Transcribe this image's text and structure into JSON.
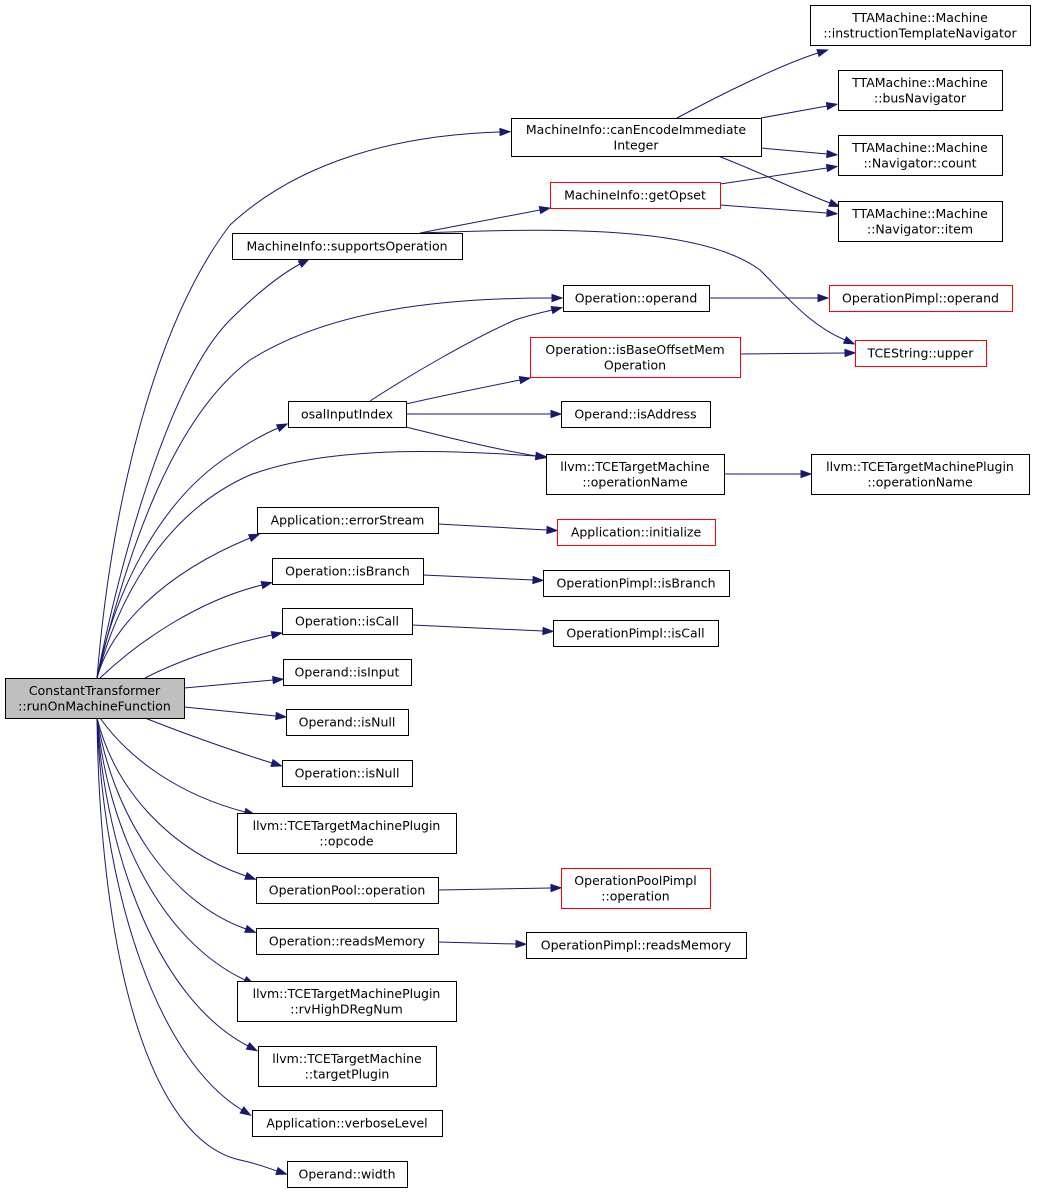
{
  "colors": {
    "edge": "#191970",
    "root_fill": "#bfbfbf",
    "root_border": "#000000",
    "node_fill": "#ffffff",
    "node_border_normal": "#000000",
    "node_border_truncated": "#ff0000"
  },
  "nodes": {
    "root": {
      "lines": [
        "ConstantTransformer",
        "::runOnMachineFunction"
      ],
      "style": "root"
    },
    "canEncode": {
      "lines": [
        "MachineInfo::canEncodeImmediate",
        "Integer"
      ],
      "style": "normal"
    },
    "getOpset": {
      "lines": [
        "MachineInfo::getOpset"
      ],
      "style": "truncated"
    },
    "supportsOp": {
      "lines": [
        "MachineInfo::supportsOperation"
      ],
      "style": "normal"
    },
    "itn": {
      "lines": [
        "TTAMachine::Machine",
        "::instructionTemplateNavigator"
      ],
      "style": "normal"
    },
    "busNav": {
      "lines": [
        "TTAMachine::Machine",
        "::busNavigator"
      ],
      "style": "normal"
    },
    "navCount": {
      "lines": [
        "TTAMachine::Machine",
        "::Navigator::count"
      ],
      "style": "normal"
    },
    "navItem": {
      "lines": [
        "TTAMachine::Machine",
        "::Navigator::item"
      ],
      "style": "normal"
    },
    "opOperand": {
      "lines": [
        "Operation::operand"
      ],
      "style": "normal"
    },
    "pimplOperand": {
      "lines": [
        "OperationPimpl::operand"
      ],
      "style": "truncated"
    },
    "isBaseOffset": {
      "lines": [
        "Operation::isBaseOffsetMem",
        "Operation"
      ],
      "style": "truncated"
    },
    "tceUpper": {
      "lines": [
        "TCEString::upper"
      ],
      "style": "truncated"
    },
    "osalInput": {
      "lines": [
        "osalInputIndex"
      ],
      "style": "normal"
    },
    "isAddress": {
      "lines": [
        "Operand::isAddress"
      ],
      "style": "normal"
    },
    "tmOpName": {
      "lines": [
        "llvm::TCETargetMachine",
        "::operationName"
      ],
      "style": "normal"
    },
    "tmpOpName": {
      "lines": [
        "llvm::TCETargetMachinePlugin",
        "::operationName"
      ],
      "style": "normal"
    },
    "errStream": {
      "lines": [
        "Application::errorStream"
      ],
      "style": "normal"
    },
    "appInit": {
      "lines": [
        "Application::initialize"
      ],
      "style": "truncated"
    },
    "opIsBranch": {
      "lines": [
        "Operation::isBranch"
      ],
      "style": "normal"
    },
    "pimplIsBranch": {
      "lines": [
        "OperationPimpl::isBranch"
      ],
      "style": "normal"
    },
    "opIsCall": {
      "lines": [
        "Operation::isCall"
      ],
      "style": "normal"
    },
    "pimplIsCall": {
      "lines": [
        "OperationPimpl::isCall"
      ],
      "style": "normal"
    },
    "isInput": {
      "lines": [
        "Operand::isInput"
      ],
      "style": "normal"
    },
    "operandIsNull": {
      "lines": [
        "Operand::isNull"
      ],
      "style": "normal"
    },
    "opIsNull": {
      "lines": [
        "Operation::isNull"
      ],
      "style": "normal"
    },
    "opcode": {
      "lines": [
        "llvm::TCETargetMachinePlugin",
        "::opcode"
      ],
      "style": "normal"
    },
    "poolOp": {
      "lines": [
        "OperationPool::operation"
      ],
      "style": "normal"
    },
    "poolPimplOp": {
      "lines": [
        "OperationPoolPimpl",
        "::operation"
      ],
      "style": "truncated"
    },
    "readsMem": {
      "lines": [
        "Operation::readsMemory"
      ],
      "style": "normal"
    },
    "pimplReadsMem": {
      "lines": [
        "OperationPimpl::readsMemory"
      ],
      "style": "normal"
    },
    "rvHigh": {
      "lines": [
        "llvm::TCETargetMachinePlugin",
        "::rvHighDRegNum"
      ],
      "style": "normal"
    },
    "targetPlugin": {
      "lines": [
        "llvm::TCETargetMachine",
        "::targetPlugin"
      ],
      "style": "normal"
    },
    "verbose": {
      "lines": [
        "Application::verboseLevel"
      ],
      "style": "normal"
    },
    "width": {
      "lines": [
        "Operand::width"
      ],
      "style": "normal"
    }
  },
  "edges": [
    [
      "root",
      "canEncode"
    ],
    [
      "root",
      "supportsOp"
    ],
    [
      "root",
      "opOperand"
    ],
    [
      "root",
      "osalInput"
    ],
    [
      "root",
      "tmOpName"
    ],
    [
      "root",
      "errStream"
    ],
    [
      "root",
      "opIsBranch"
    ],
    [
      "root",
      "opIsCall"
    ],
    [
      "root",
      "isInput"
    ],
    [
      "root",
      "operandIsNull"
    ],
    [
      "root",
      "opIsNull"
    ],
    [
      "root",
      "opcode"
    ],
    [
      "root",
      "poolOp"
    ],
    [
      "root",
      "readsMem"
    ],
    [
      "root",
      "rvHigh"
    ],
    [
      "root",
      "targetPlugin"
    ],
    [
      "root",
      "verbose"
    ],
    [
      "root",
      "width"
    ],
    [
      "canEncode",
      "itn"
    ],
    [
      "canEncode",
      "busNav"
    ],
    [
      "canEncode",
      "navCount"
    ],
    [
      "canEncode",
      "navItem"
    ],
    [
      "getOpset",
      "navCount"
    ],
    [
      "getOpset",
      "navItem"
    ],
    [
      "supportsOp",
      "getOpset"
    ],
    [
      "supportsOp",
      "tceUpper"
    ],
    [
      "opOperand",
      "pimplOperand"
    ],
    [
      "isBaseOffset",
      "tceUpper"
    ],
    [
      "osalInput",
      "opOperand"
    ],
    [
      "osalInput",
      "isBaseOffset"
    ],
    [
      "osalInput",
      "isAddress"
    ],
    [
      "osalInput",
      "tmOpName"
    ],
    [
      "tmOpName",
      "tmpOpName"
    ],
    [
      "errStream",
      "appInit"
    ],
    [
      "opIsBranch",
      "pimplIsBranch"
    ],
    [
      "opIsCall",
      "pimplIsCall"
    ],
    [
      "poolOp",
      "poolPimplOp"
    ],
    [
      "readsMem",
      "pimplReadsMem"
    ]
  ]
}
